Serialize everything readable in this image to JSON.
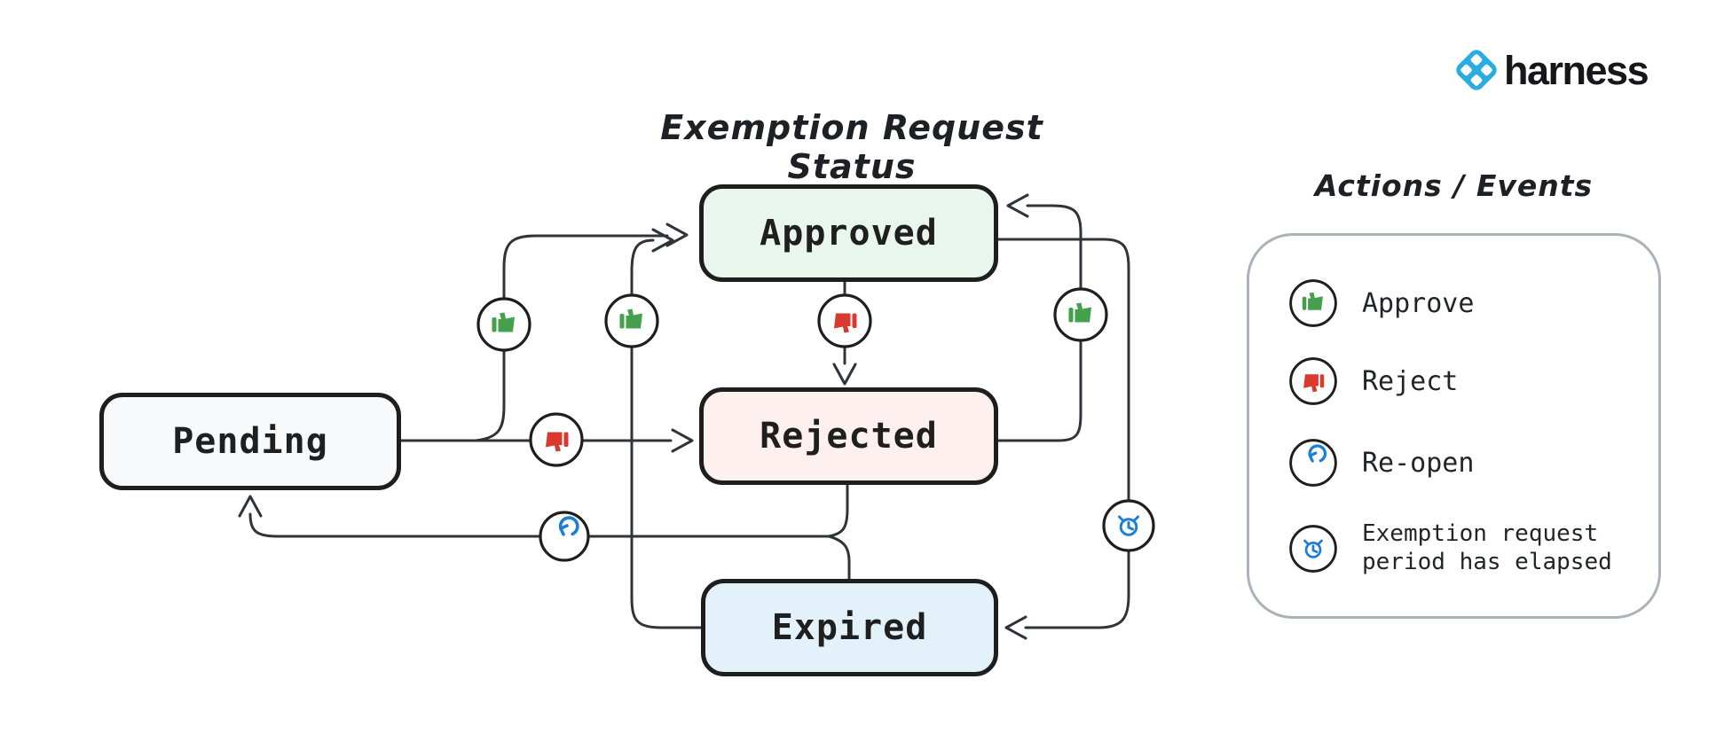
{
  "brand": {
    "name": "harness",
    "logo_icon": "harness-diamond-icon"
  },
  "diagram": {
    "title": "Exemption Request Status"
  },
  "states": [
    {
      "id": "pending",
      "label": "Pending",
      "fill": "#f7f9fb"
    },
    {
      "id": "approved",
      "label": "Approved",
      "fill": "#e9f6ee"
    },
    {
      "id": "rejected",
      "label": "Rejected",
      "fill": "#fdf0ee"
    },
    {
      "id": "expired",
      "label": "Expired",
      "fill": "#e3f1fb"
    }
  ],
  "transitions": [
    {
      "from": "Pending",
      "to": "Approved",
      "action": "Approve",
      "icon": "thumbs-up-icon"
    },
    {
      "from": "Pending",
      "to": "Rejected",
      "action": "Reject",
      "icon": "thumbs-down-icon"
    },
    {
      "from": "Approved",
      "to": "Rejected",
      "action": "Reject",
      "icon": "thumbs-down-icon"
    },
    {
      "from": "Rejected",
      "to": "Approved",
      "action": "Approve",
      "icon": "thumbs-up-icon"
    },
    {
      "from": "Expired",
      "to": "Approved",
      "action": "Approve",
      "icon": "thumbs-up-icon"
    },
    {
      "from": "Approved",
      "to": "Expired",
      "action": "Exemption request period has elapsed",
      "icon": "alarm-clock-icon"
    },
    {
      "from": "Rejected",
      "to": "Pending",
      "action": "Re-open",
      "icon": "reopen-icon"
    },
    {
      "from": "Expired",
      "to": "Pending",
      "action": "Re-open",
      "icon": "reopen-icon"
    }
  ],
  "legend": {
    "title": "Actions / Events",
    "items": [
      {
        "label": "Approve",
        "icon": "thumbs-up-icon"
      },
      {
        "label": "Reject",
        "icon": "thumbs-down-icon"
      },
      {
        "label": "Re-open",
        "icon": "reopen-icon"
      },
      {
        "label": "Exemption request period has elapsed",
        "icon": "alarm-clock-icon"
      }
    ]
  },
  "colors": {
    "approve": "#45a04d",
    "reject": "#d9392e",
    "action-blue": "#1c7ed6",
    "brand-blue": "#28ace2",
    "ink": "#1e1e1e",
    "wire": "#2f343a",
    "legend-border": "#aab2ba"
  }
}
